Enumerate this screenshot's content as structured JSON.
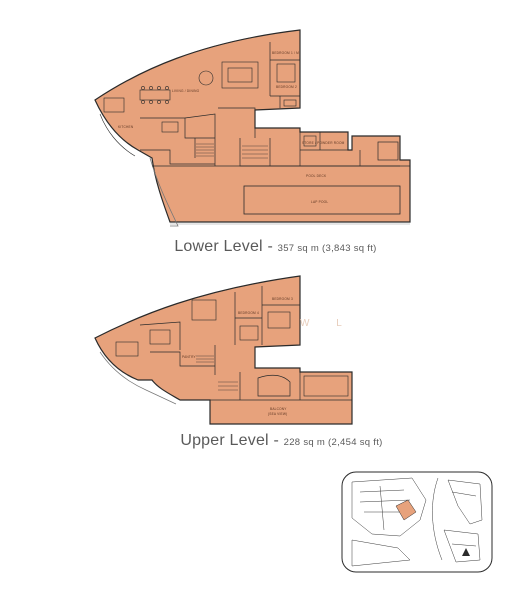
{
  "colors": {
    "floor_fill": "#e7a27c",
    "wall": "#2b2b2b",
    "text": "#5a5a5a",
    "keyplan_highlight": "#e7a27c"
  },
  "lower_level": {
    "title": "Lower Level",
    "separator": " - ",
    "area": "357 sq m (3,843 sq ft)",
    "rooms": {
      "bedroom_1": "BEDROOM 1 / M",
      "bedroom_2": "BEDROOM 2",
      "living_dining": "LIVING / DINING",
      "kitchen": "KITCHEN",
      "pool_deck": "POOL DECK",
      "lap_pool": "LAP POOL",
      "store": "STORE / POWDER ROOM"
    }
  },
  "upper_level": {
    "title": "Upper Level",
    "separator": " - ",
    "area": "228 sq m (2,454 sq ft)",
    "rooms": {
      "bedroom_3": "BEDROOM 3",
      "bedroom_4": "BEDROOM 4",
      "pantry": "PANTRY",
      "balcony": "BALCONY",
      "balcony_sub": "(SEA VIEW)"
    }
  },
  "watermark": "W L"
}
